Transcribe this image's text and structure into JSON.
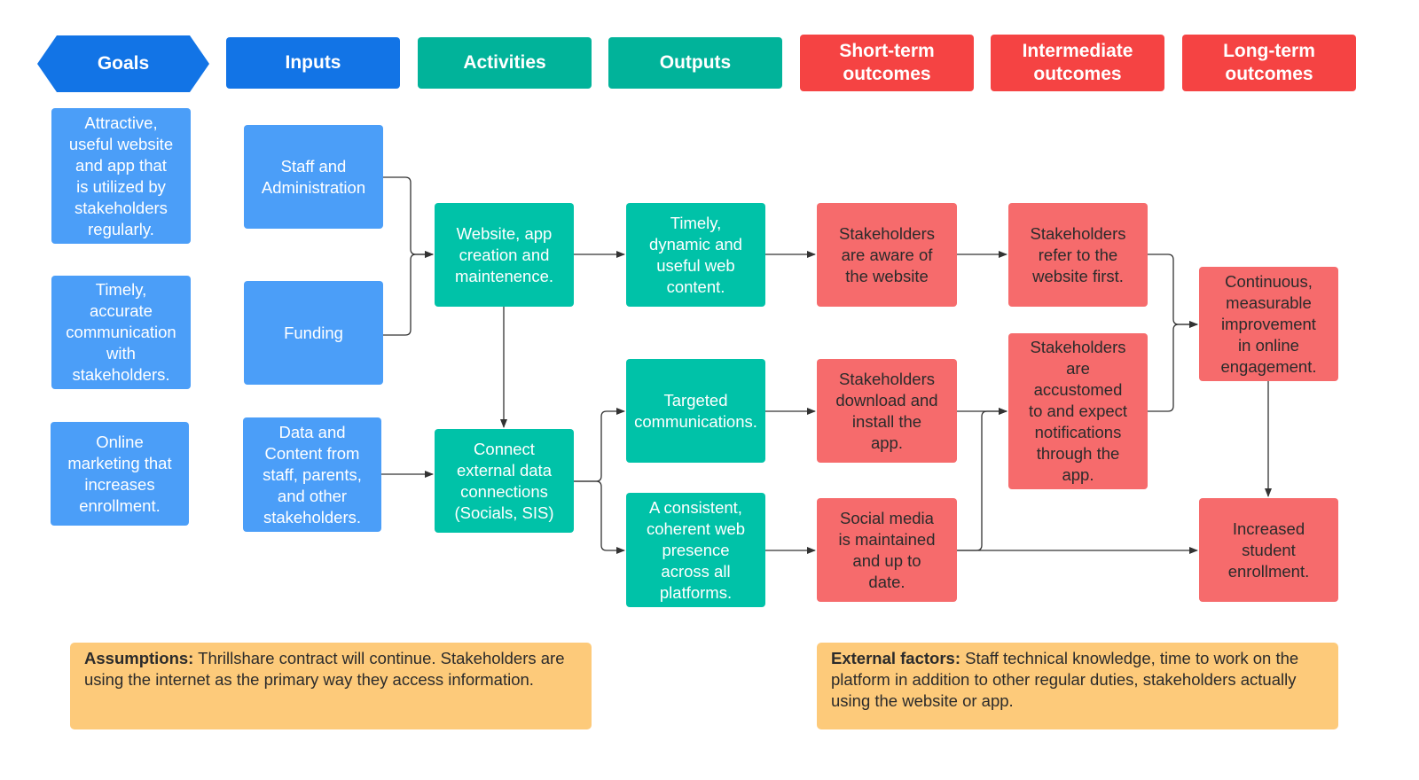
{
  "colors": {
    "goals_header": "#1274e6",
    "inputs_header": "#1274e6",
    "activities_header": "#01b39a",
    "outputs_header": "#01b39a",
    "outcome_header": "#f54343",
    "goal_box": "#4b9ef8",
    "activity_box": "#00c2a8",
    "outcome_box": "#f66b6c",
    "note_box": "#fdca7a",
    "edge": "#333333"
  },
  "headers": {
    "goals": "Goals",
    "inputs": "Inputs",
    "activities": "Activities",
    "outputs": "Outputs",
    "short_term": "Short-term\noutcomes",
    "intermediate": "Intermediate\noutcomes",
    "long_term": "Long-term\noutcomes"
  },
  "goals": {
    "g1": "Attractive,\nuseful website\nand app that\nis utilized by\nstakeholders\nregularly.",
    "g2": "Timely,\naccurate\ncommunication\nwith\nstakeholders.",
    "g3": "Online\nmarketing that\nincreases\nenrollment."
  },
  "inputs": {
    "staff": "Staff and\nAdministration",
    "funding": "Funding",
    "data": "Data and\nContent from\nstaff, parents,\nand other\nstakeholders."
  },
  "activities": {
    "website": "Website, app\ncreation and\nmaintenence.",
    "connect": "Connect\nexternal data\nconnections\n(Socials, SIS)"
  },
  "outputs": {
    "timely": "Timely,\ndynamic and\nuseful web\ncontent.",
    "targeted": "Targeted\ncommunications.",
    "consistent": "A consistent,\ncoherent web\npresence\nacross all\nplatforms."
  },
  "short_term": {
    "aware": "Stakeholders\nare aware of\nthe website",
    "download": "Stakeholders\ndownload and\ninstall the\napp.",
    "social": "Social media\nis maintained\nand up to\ndate."
  },
  "intermediate": {
    "refer": "Stakeholders\nrefer to the\nwebsite first.",
    "accustomed": "Stakeholders\nare\naccustomed\nto and expect\nnotifications\nthrough the\napp."
  },
  "long_term": {
    "engagement": "Continuous,\nmeasurable\nimprovement\nin online\nengagement.",
    "enrollment": "Increased\nstudent\nenrollment."
  },
  "notes": {
    "assumptions_label": "Assumptions:",
    "assumptions_text": " Thrillshare contract will continue.  Stakeholders are using the internet as the primary way they access information.",
    "external_label": "External factors:",
    "external_text": " Staff technical knowledge, time to work on the platform in addition to other regular duties, stakeholders actually using the website or app."
  }
}
